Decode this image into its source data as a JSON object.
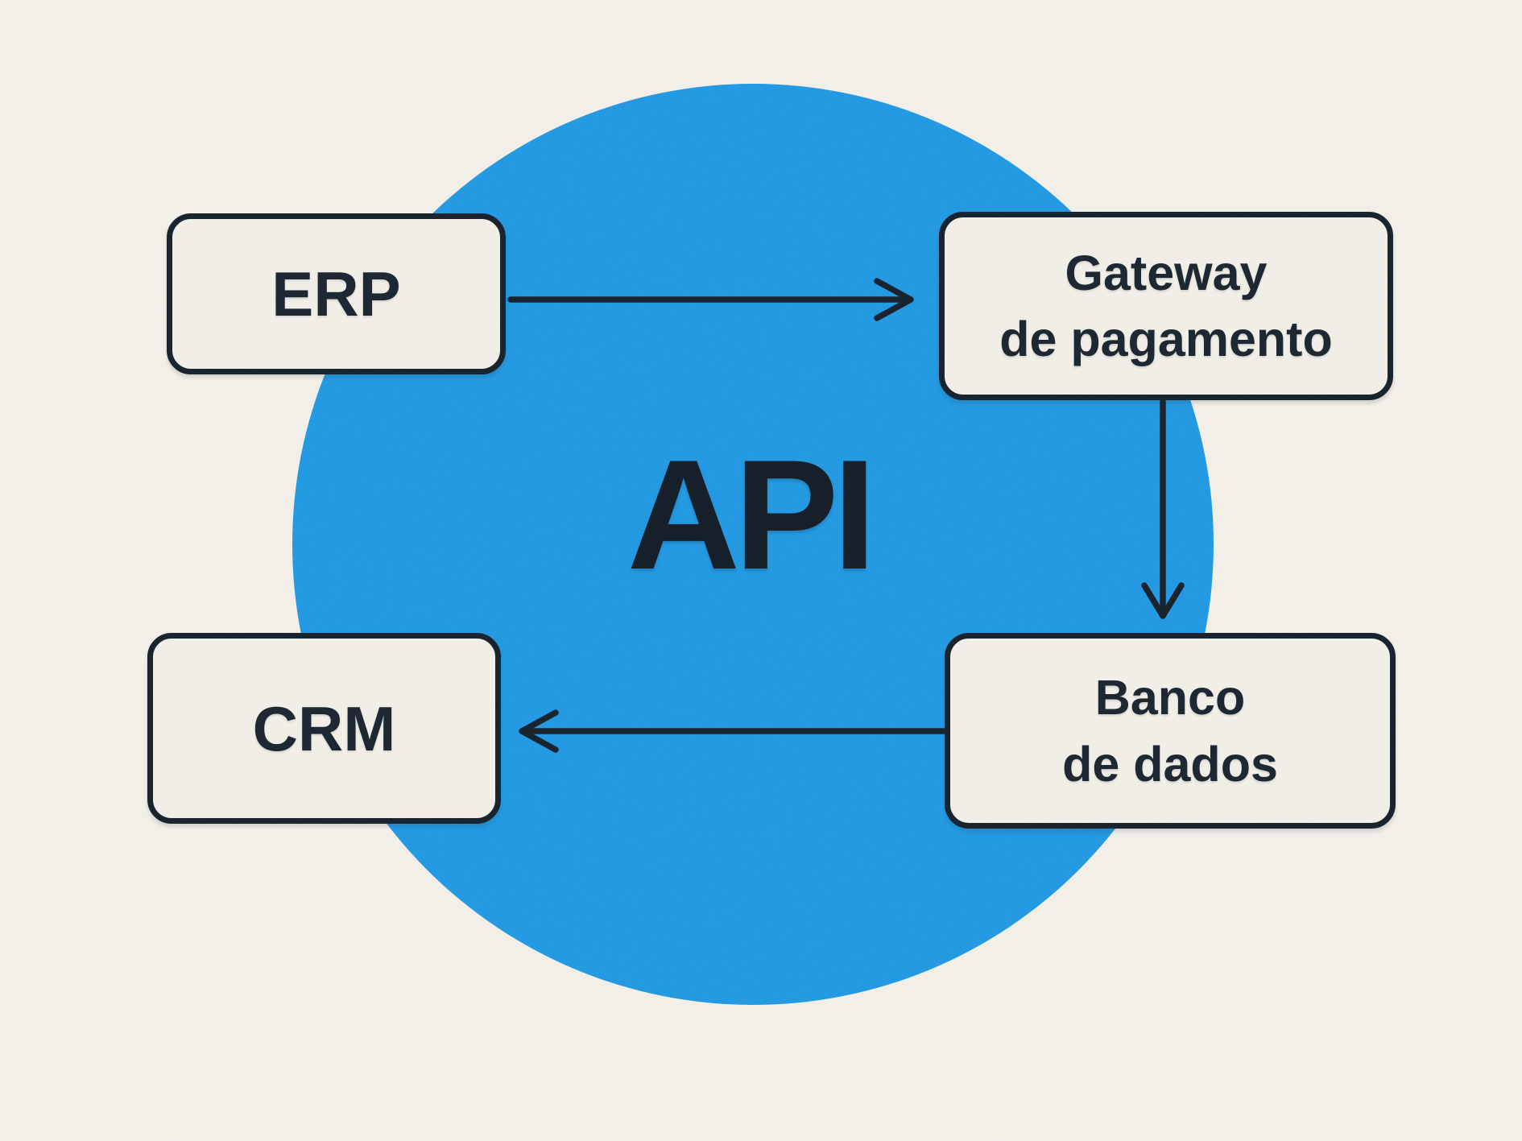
{
  "hub": {
    "label": "API",
    "shape": "circle"
  },
  "nodes": [
    {
      "id": "erp",
      "label": "ERP"
    },
    {
      "id": "payment-gateway",
      "label": "Gateway\nde pagamento"
    },
    {
      "id": "crm",
      "label": "CRM"
    },
    {
      "id": "database",
      "label": "Banco\nde dados"
    }
  ],
  "edges": [
    {
      "from": "erp",
      "to": "payment-gateway",
      "direction": "right"
    },
    {
      "from": "payment-gateway",
      "to": "database",
      "direction": "down"
    },
    {
      "from": "database",
      "to": "crm",
      "direction": "left"
    }
  ],
  "colors": {
    "background": "#f3efe9",
    "circle_blue": "#2199e3",
    "ink": "#16212c",
    "node_fill": "#f2efe8"
  }
}
